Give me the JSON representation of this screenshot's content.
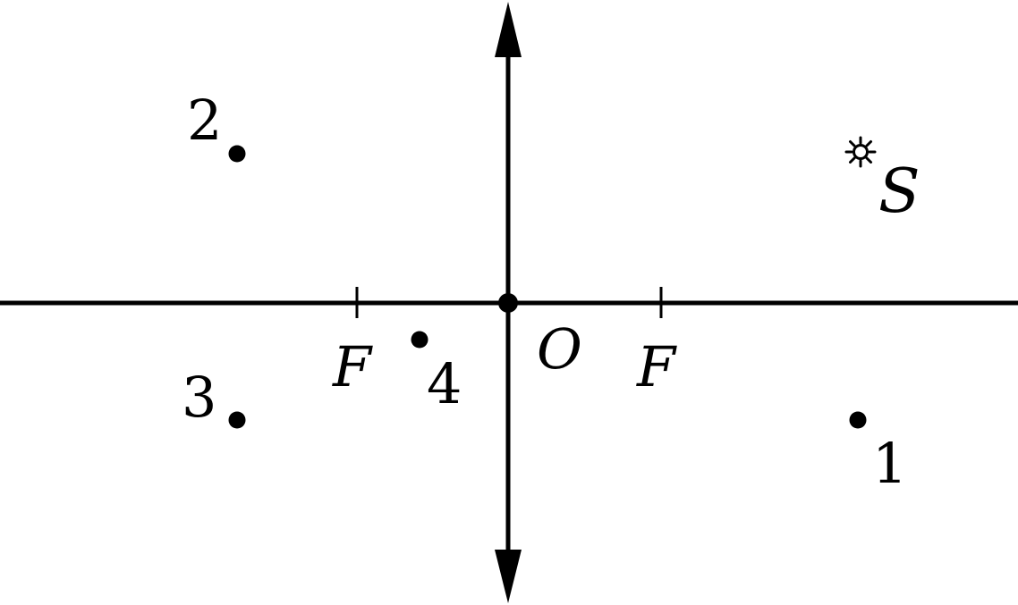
{
  "diagram": {
    "source_label": "S",
    "center_label": "O",
    "focus_left_label": "F",
    "focus_right_label": "F",
    "point_labels": {
      "p1": "1",
      "p2": "2",
      "p3": "3",
      "p4": "4"
    },
    "stroke_color": "#000000",
    "background_color": "#ffffff",
    "source_icon": "sun-icon"
  }
}
